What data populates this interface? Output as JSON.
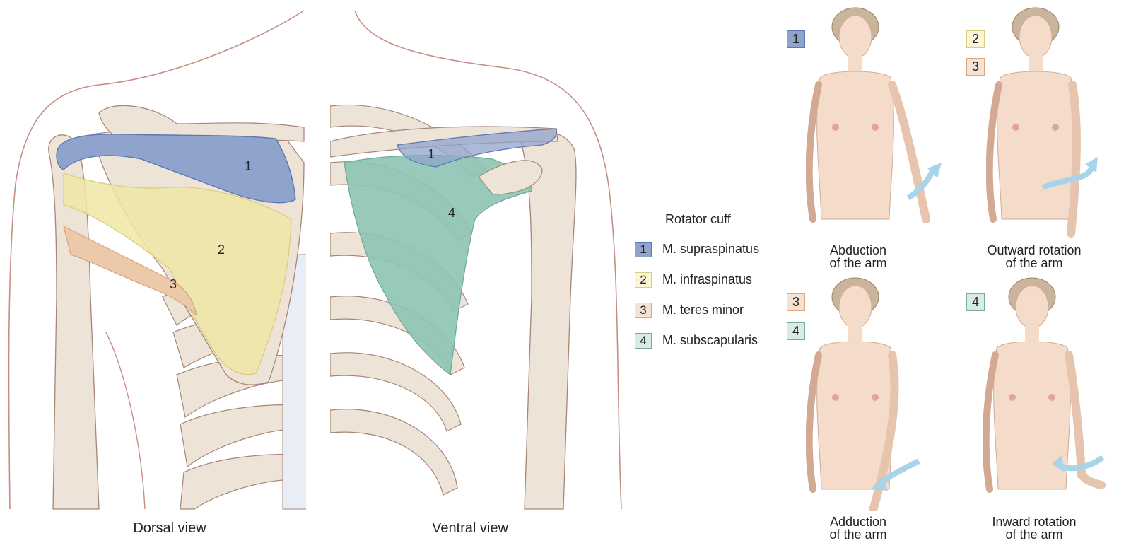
{
  "views": {
    "dorsal": {
      "caption": "Dorsal view",
      "labels": [
        "1",
        "2",
        "3"
      ]
    },
    "ventral": {
      "caption": "Ventral view",
      "labels": [
        "1",
        "4"
      ]
    }
  },
  "legend": {
    "title": "Rotator cuff",
    "items": [
      {
        "num": "1",
        "label": "M. supraspinatus",
        "color": "#8fa3cc"
      },
      {
        "num": "2",
        "label": "M. infraspinatus",
        "color": "#f3ebb3"
      },
      {
        "num": "3",
        "label": "M. teres minor",
        "color": "#f2d5bd"
      },
      {
        "num": "4",
        "label": "M. subscapularis",
        "color": "#bfe0d8"
      }
    ]
  },
  "movements": [
    {
      "badges": [
        "1"
      ],
      "line1": "Abduction",
      "line2": "of the arm"
    },
    {
      "badges": [
        "2",
        "3"
      ],
      "line1": "Outward rotation",
      "line2": "of the arm"
    },
    {
      "badges": [
        "3",
        "4"
      ],
      "line1": "Adduction",
      "line2": "of the arm"
    },
    {
      "badges": [
        "4"
      ],
      "line1": "Inward rotation",
      "line2": "of the arm"
    }
  ],
  "colors": {
    "bone": "#ede3d7",
    "bone_stroke": "#a7857a",
    "skin_outline": "#c58f85",
    "supraspinatus": "#8fa3cc",
    "supraspinatus_stroke": "#5c79b4",
    "infraspinatus": "#efe6a6",
    "teres_minor": "#ecc9a9",
    "subscapularis": "#8dc4b4",
    "skin": "#f5dcca",
    "hair": "#c9b59c",
    "arrow": "#a8d4ea"
  }
}
